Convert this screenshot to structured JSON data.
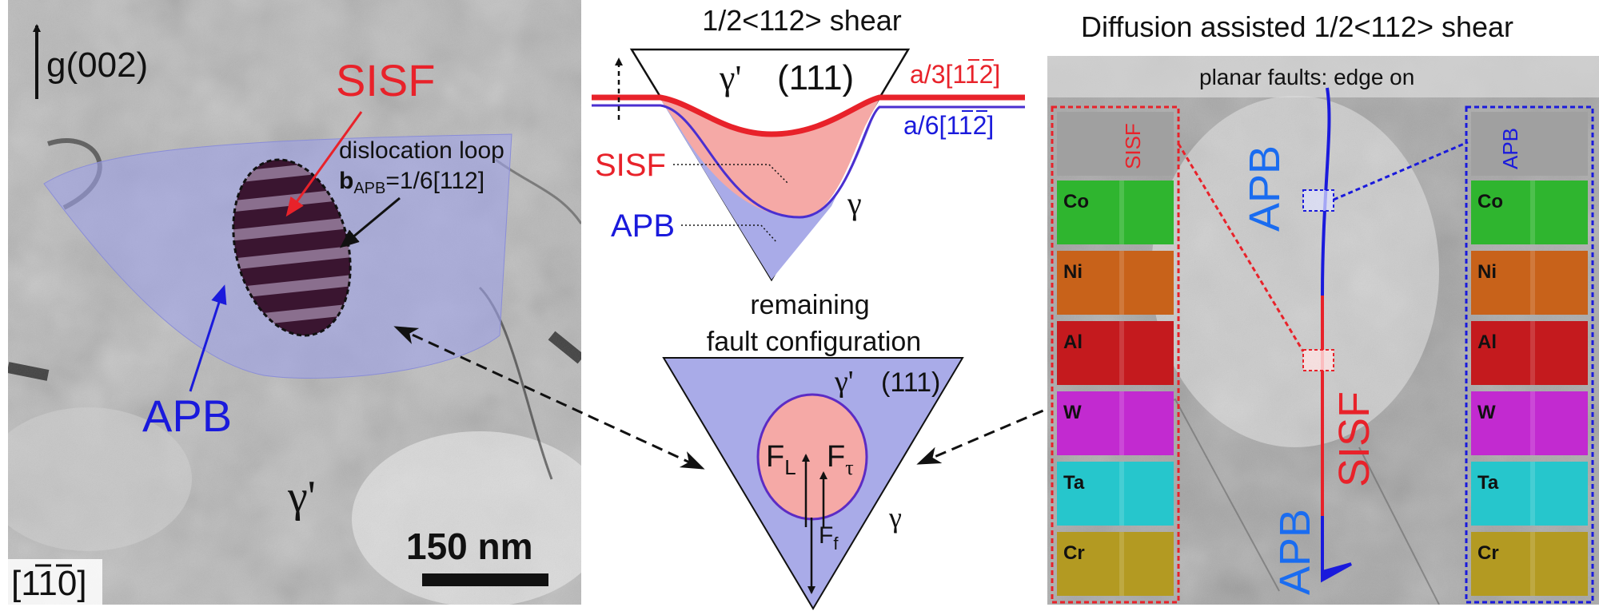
{
  "left_panel": {
    "g_vector": "g(002)",
    "sisf_label": "SISF",
    "loop_label": "dislocation loop",
    "burgers_b": "b",
    "burgers_sub": "APB",
    "burgers_value": "=1/6[112]",
    "apb_label": "APB",
    "phase_label": "γ'",
    "scale_bar": "150 nm",
    "zone_axis": "[110]",
    "colors": {
      "sisf": "#e8222a",
      "apb": "#1a1adc",
      "apb_region": "#9ea1e8"
    }
  },
  "top_schematic": {
    "title": "1/2<112> shear",
    "gamma_prime": "γ'",
    "plane": "(111)",
    "vec_a3": "a/3[112]",
    "vec_a6": "a/6[112]",
    "sisf": "SISF",
    "apb": "APB",
    "gamma": "γ"
  },
  "bottom_schematic": {
    "title_line1": "remaining",
    "title_line2": "fault configuration",
    "gamma_prime": "γ'",
    "plane": "(111)",
    "force_L": "F",
    "force_L_sub": "L",
    "force_tau": "F",
    "force_tau_sub": "τ",
    "force_f": "F",
    "force_f_sub": "f",
    "gamma": "γ"
  },
  "right_panel": {
    "title": "Diffusion assisted 1/2<112> shear",
    "subtitle": "planar faults: edge on",
    "apb_top": "APB",
    "sisf": "SISF",
    "apb_bottom": "APB",
    "left_strip": {
      "label": "SISF",
      "elements": [
        {
          "name": "Co",
          "color": "#2fb52f"
        },
        {
          "name": "Ni",
          "color": "#c8621a"
        },
        {
          "name": "Al",
          "color": "#c41a1e"
        },
        {
          "name": "W",
          "color": "#c22ad0"
        },
        {
          "name": "Ta",
          "color": "#26c6cc"
        },
        {
          "name": "Cr",
          "color": "#b39a22"
        }
      ]
    },
    "right_strip": {
      "label": "APB",
      "elements": [
        {
          "name": "Co",
          "color": "#2fb52f"
        },
        {
          "name": "Ni",
          "color": "#c8621a"
        },
        {
          "name": "Al",
          "color": "#c41a1e"
        },
        {
          "name": "W",
          "color": "#c22ad0"
        },
        {
          "name": "Ta",
          "color": "#26c6cc"
        },
        {
          "name": "Cr",
          "color": "#b39a22"
        }
      ]
    }
  }
}
